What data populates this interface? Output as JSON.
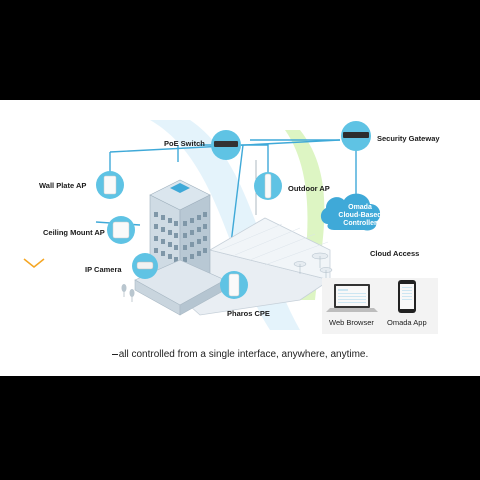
{
  "labels": {
    "poe_switch": "PoE Switch",
    "security_gateway": "Security Gateway",
    "wall_plate_ap": "Wall Plate AP",
    "outdoor_ap": "Outdoor AP",
    "ceiling_mount_ap": "Ceiling Mount AP",
    "ip_camera": "IP Camera",
    "pharos_cpe": "Pharos CPE",
    "cloud_access": "Cloud Access"
  },
  "cloud_controller": {
    "line1": "Omada",
    "line2": "Cloud-Based",
    "line3": "Controller"
  },
  "clients": {
    "web_browser": "Web Browser",
    "omada_app": "Omada App"
  },
  "tagline": "all controlled from a single interface, anywhere, anytime.",
  "colors": {
    "accent_blue": "#3fa9d8",
    "bubble_blue": "#5fc3e4",
    "swoosh_green": "#c8f0a0",
    "swoosh_blue": "#cfeaf7",
    "chevron_orange": "#f5a623"
  }
}
